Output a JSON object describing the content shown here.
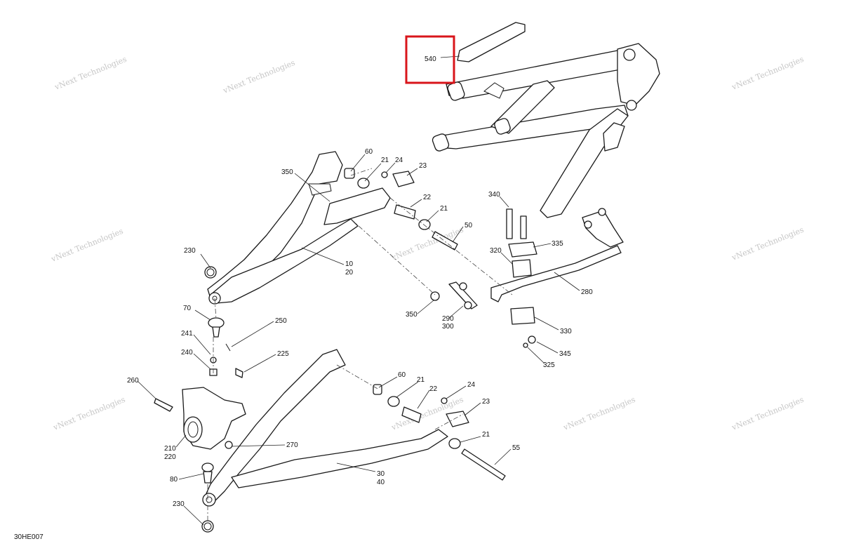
{
  "diagram_code": "30HE007",
  "watermark_text": "vNext Technologies",
  "highlight_color": "#d9151b",
  "callouts": {
    "c540": "540",
    "c60a": "60",
    "c21a": "21",
    "c24a": "24",
    "c23a": "23",
    "c350a": "350",
    "c22a": "22",
    "c21b": "21",
    "c50": "50",
    "c230a": "230",
    "c10": "10",
    "c20": "20",
    "c70": "70",
    "c250": "250",
    "c241": "241",
    "c240": "240",
    "c225": "225",
    "c260": "260",
    "c210": "210",
    "c220": "220",
    "c270": "270",
    "c80": "80",
    "c230b": "230",
    "c340": "340",
    "c320": "320",
    "c335": "335",
    "c280": "280",
    "c350b": "350",
    "c290": "290",
    "c300": "300",
    "c330": "330",
    "c345": "345",
    "c325": "325",
    "c60b": "60",
    "c21c": "21",
    "c22b": "22",
    "c24b": "24",
    "c23b": "23",
    "c21d": "21",
    "c55": "55",
    "c30": "30",
    "c40": "40"
  }
}
